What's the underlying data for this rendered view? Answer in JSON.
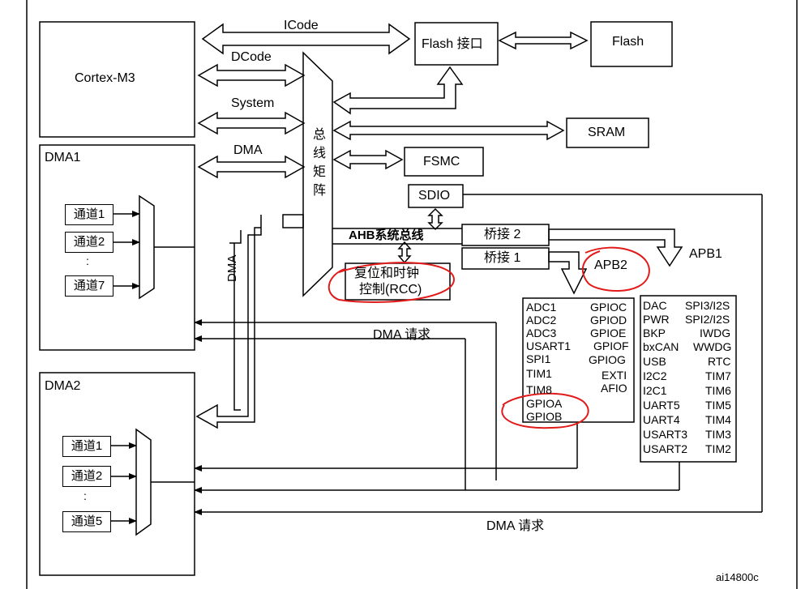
{
  "core": "Cortex-M3",
  "buses": {
    "icode": "ICode",
    "dcode": "DCode",
    "system": "System",
    "dma": "DMA"
  },
  "flash_if": "Flash 接口",
  "flash": "Flash",
  "sram": "SRAM",
  "fsmc": "FSMC",
  "sdio": "SDIO",
  "bus_matrix": "总线矩阵",
  "ahb": "AHB系统总线",
  "bridge2": "桥接 2",
  "bridge1": "桥接 1",
  "apb1": "APB1",
  "apb2": "APB2",
  "rcc_line1": "复位和时钟",
  "rcc_line2": "控制(RCC)",
  "dma_vertical": "DMA",
  "dma_req1": "DMA 请求",
  "dma_req2": "DMA 请求",
  "dma1": {
    "title": "DMA1",
    "channels": [
      "通道1",
      "通道2",
      "通道7"
    ],
    "dots": ":"
  },
  "dma2": {
    "title": "DMA2",
    "channels": [
      "通道1",
      "通道2",
      "通道5"
    ],
    "dots": ":"
  },
  "apb2_periph_left": [
    "ADC1",
    "ADC2",
    "ADC3",
    "USART1",
    "SPI1",
    "TIM1",
    "TIM8",
    "GPIOA",
    "GPIOB"
  ],
  "apb2_periph_right": [
    "GPIOC",
    "GPIOD",
    "GPIOE",
    "GPIOF",
    "GPIOG",
    "EXTI",
    "AFIO"
  ],
  "apb1_periph_left": [
    "DAC",
    "PWR",
    "BKP",
    "bxCAN",
    "USB",
    "I2C2",
    "I2C1",
    "UART5",
    "UART4",
    "USART3",
    "USART2"
  ],
  "apb1_periph_right": [
    "SPI3/I2S",
    "SPI2/I2S",
    "IWDG",
    "WWDG",
    "RTC",
    "TIM7",
    "TIM6",
    "TIM5",
    "TIM4",
    "TIM3",
    "TIM2"
  ],
  "footer": "ai14800c",
  "colors": {
    "line": "#000000",
    "annotation": "#e11a1a"
  }
}
